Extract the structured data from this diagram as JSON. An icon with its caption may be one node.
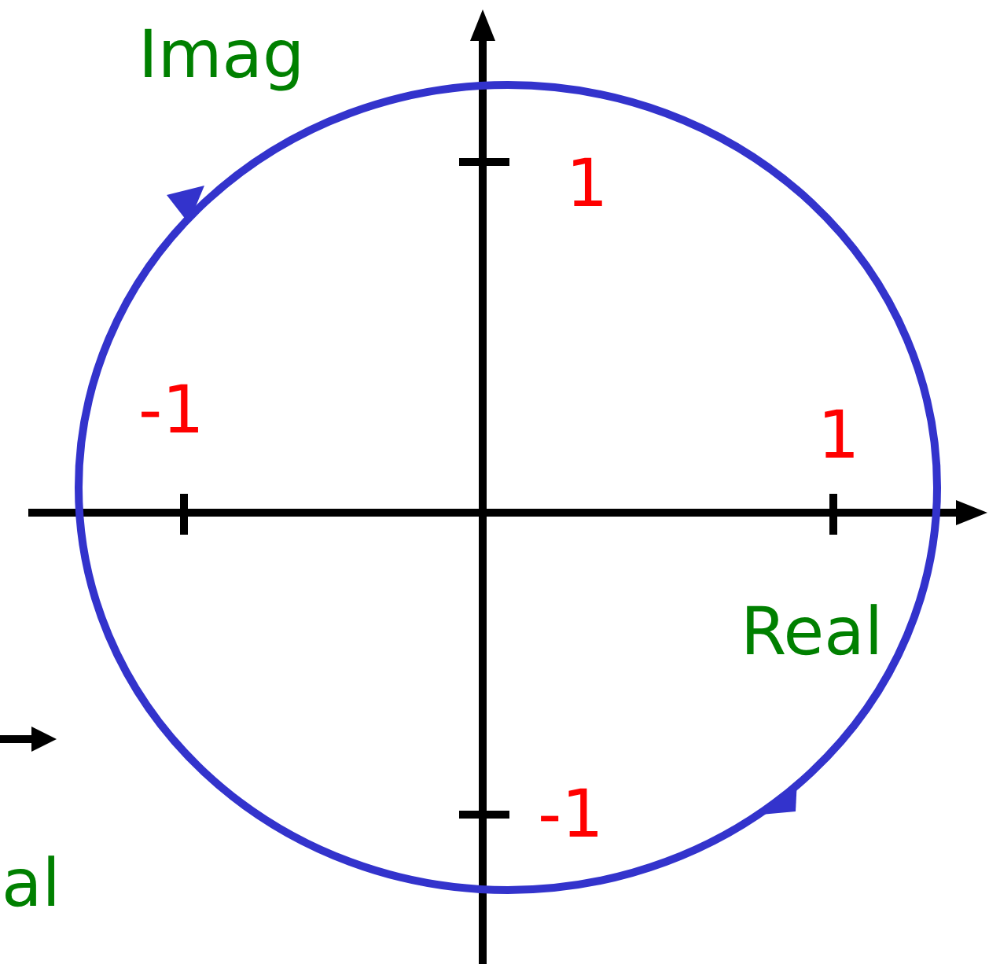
{
  "diagram": {
    "labels": [
      "Imag",
      "1",
      "-1",
      "1",
      "Real",
      "-1",
      "al"
    ]
  }
}
